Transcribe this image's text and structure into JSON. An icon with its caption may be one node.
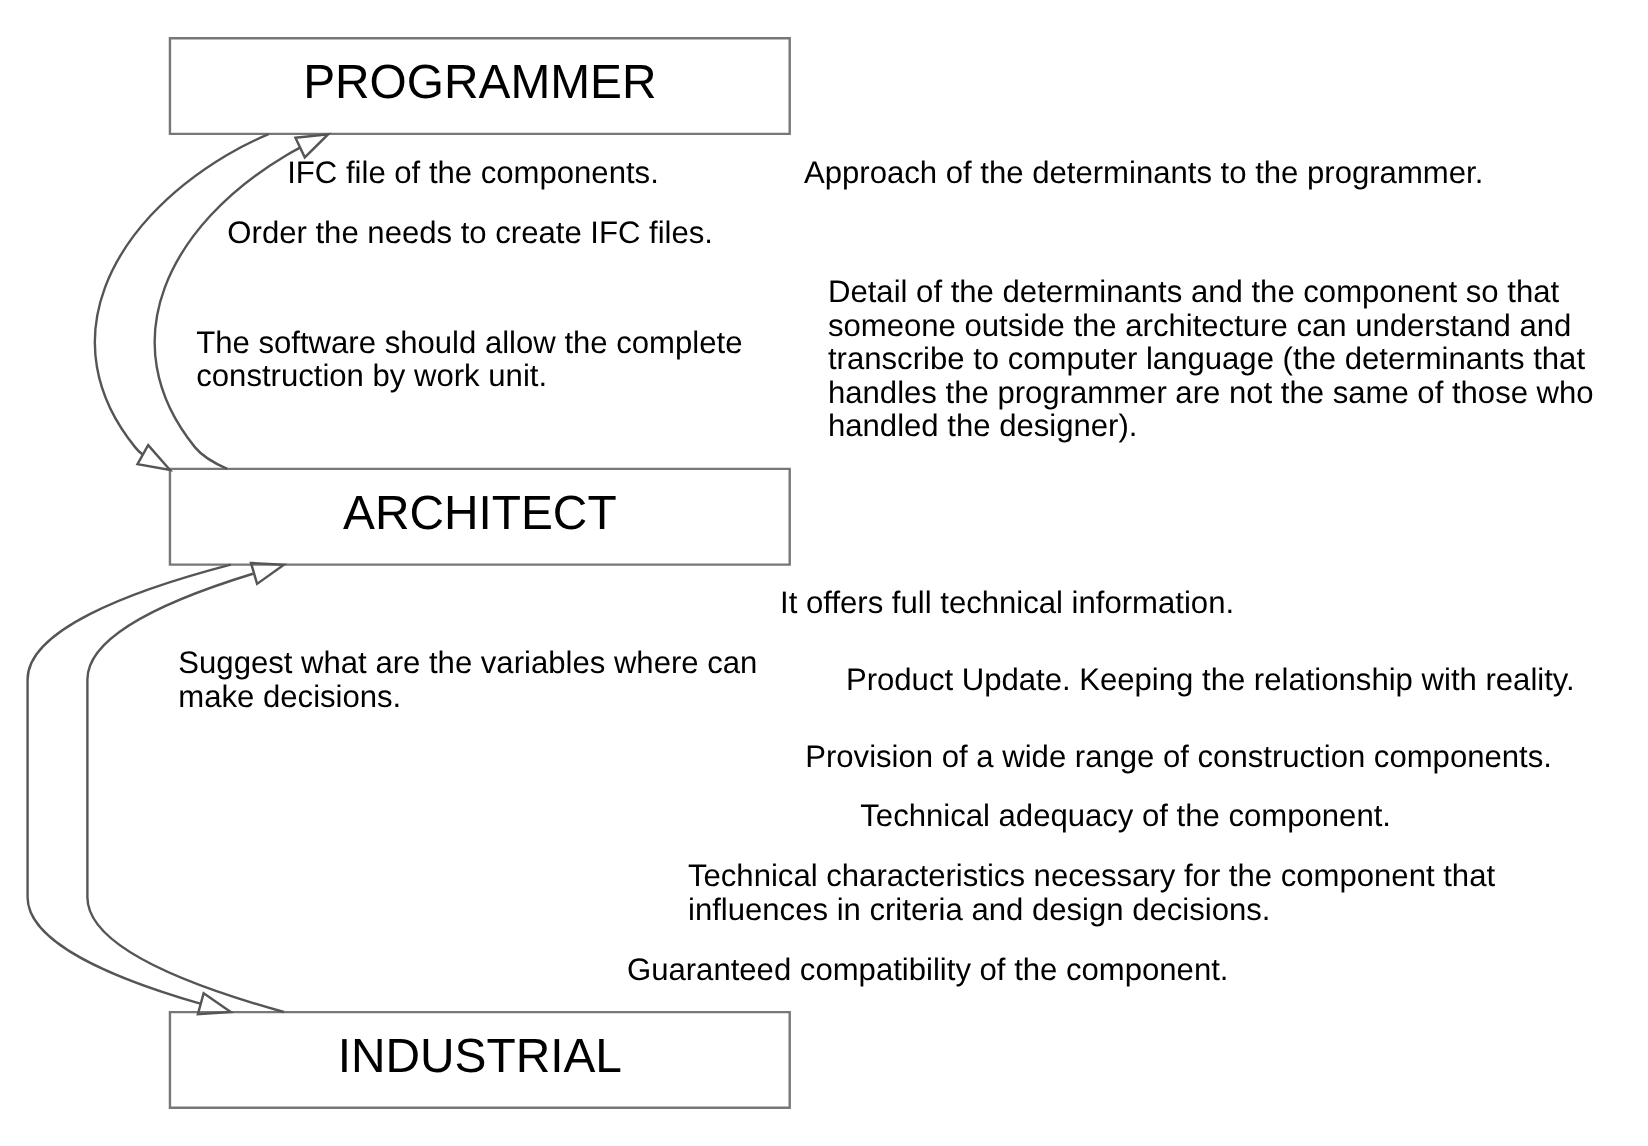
{
  "diagram": {
    "nodes": [
      {
        "text": [
          "PROGRAMMER"
        ]
      },
      {
        "text": [
          "ARCHITECT"
        ]
      },
      {
        "text": [
          "INDUSTRIAL"
        ]
      }
    ],
    "edges": [
      {
        "from": 0,
        "to": 1,
        "arrow": "to"
      },
      {
        "from": 1,
        "to": 0,
        "arrow": "to"
      },
      {
        "from": 1,
        "to": 2,
        "arrow": "to"
      },
      {
        "from": 2,
        "to": 1,
        "arrow": "to"
      }
    ],
    "labels": [
      "IFC file of the components.",
      "Order the needs to create IFC files.",
      "The software should allow the complete construction by work unit.",
      "Approach of the determinants to the programmer.",
      "Detail of the determinants and the component so that someone outside the architecture can understand and transcribe to computer language (the determinants that handles the programmer are not the same of those who handled the designer).",
      "Suggest what are the variables where can make decisions.",
      "It offers full technical information.",
      "Product Update. Keeping the relationship with reality.",
      "Provision of a wide range of construction components.",
      "Technical adequacy of the component.",
      "Technical characteristics necessary for the component that influences in criteria and design decisions.",
      "Guaranteed compatibility of the component."
    ]
  }
}
